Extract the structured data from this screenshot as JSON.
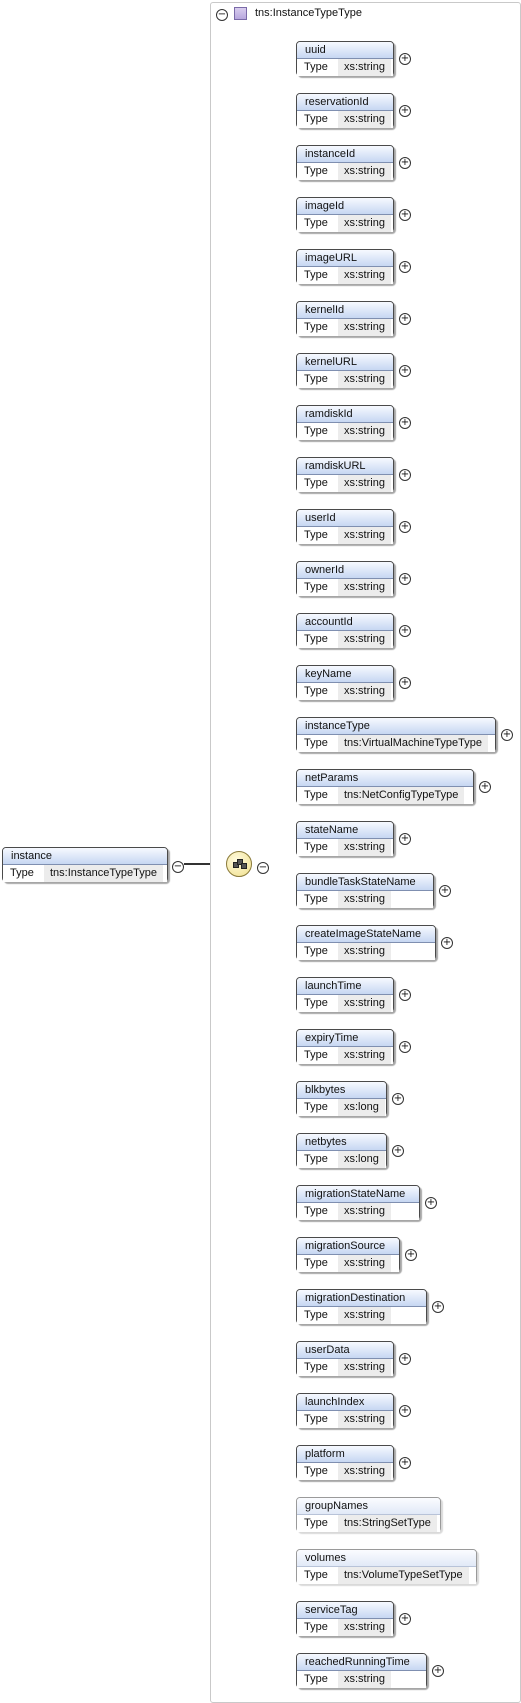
{
  "type_label": "Type",
  "complex_type": {
    "name": "tns:InstanceTypeType",
    "collapse_symbol": "−"
  },
  "root": {
    "name": "instance",
    "type": "tns:InstanceTypeType",
    "collapse_symbol": "−"
  },
  "sequence": {
    "collapse_symbol": "−"
  },
  "expand_symbol": "+",
  "children": [
    {
      "name": "uuid",
      "type": "xs:string",
      "optional": false,
      "expandable": true
    },
    {
      "name": "reservationId",
      "type": "xs:string",
      "optional": false,
      "expandable": true
    },
    {
      "name": "instanceId",
      "type": "xs:string",
      "optional": false,
      "expandable": true
    },
    {
      "name": "imageId",
      "type": "xs:string",
      "optional": false,
      "expandable": true
    },
    {
      "name": "imageURL",
      "type": "xs:string",
      "optional": false,
      "expandable": true
    },
    {
      "name": "kernelId",
      "type": "xs:string",
      "optional": false,
      "expandable": true
    },
    {
      "name": "kernelURL",
      "type": "xs:string",
      "optional": false,
      "expandable": true
    },
    {
      "name": "ramdiskId",
      "type": "xs:string",
      "optional": false,
      "expandable": true
    },
    {
      "name": "ramdiskURL",
      "type": "xs:string",
      "optional": false,
      "expandable": true
    },
    {
      "name": "userId",
      "type": "xs:string",
      "optional": false,
      "expandable": true
    },
    {
      "name": "ownerId",
      "type": "xs:string",
      "optional": false,
      "expandable": true
    },
    {
      "name": "accountId",
      "type": "xs:string",
      "optional": false,
      "expandable": true
    },
    {
      "name": "keyName",
      "type": "xs:string",
      "optional": false,
      "expandable": true
    },
    {
      "name": "instanceType",
      "type": "tns:VirtualMachineTypeType",
      "optional": false,
      "expandable": true
    },
    {
      "name": "netParams",
      "type": "tns:NetConfigTypeType",
      "optional": false,
      "expandable": true
    },
    {
      "name": "stateName",
      "type": "xs:string",
      "optional": false,
      "expandable": true
    },
    {
      "name": "bundleTaskStateName",
      "type": "xs:string",
      "optional": false,
      "expandable": true
    },
    {
      "name": "createImageStateName",
      "type": "xs:string",
      "optional": false,
      "expandable": true
    },
    {
      "name": "launchTime",
      "type": "xs:string",
      "optional": false,
      "expandable": true
    },
    {
      "name": "expiryTime",
      "type": "xs:string",
      "optional": false,
      "expandable": true
    },
    {
      "name": "blkbytes",
      "type": "xs:long",
      "optional": false,
      "expandable": true
    },
    {
      "name": "netbytes",
      "type": "xs:long",
      "optional": false,
      "expandable": true
    },
    {
      "name": "migrationStateName",
      "type": "xs:string",
      "optional": false,
      "expandable": true
    },
    {
      "name": "migrationSource",
      "type": "xs:string",
      "optional": false,
      "expandable": true
    },
    {
      "name": "migrationDestination",
      "type": "xs:string",
      "optional": false,
      "expandable": true
    },
    {
      "name": "userData",
      "type": "xs:string",
      "optional": false,
      "expandable": true
    },
    {
      "name": "launchIndex",
      "type": "xs:string",
      "optional": false,
      "expandable": true
    },
    {
      "name": "platform",
      "type": "xs:string",
      "optional": false,
      "expandable": true
    },
    {
      "name": "groupNames",
      "type": "tns:StringSetType",
      "optional": true,
      "expandable": false
    },
    {
      "name": "volumes",
      "type": "tns:VolumeTypeSetType",
      "optional": true,
      "expandable": false
    },
    {
      "name": "serviceTag",
      "type": "xs:string",
      "optional": false,
      "expandable": true
    },
    {
      "name": "reachedRunningTime",
      "type": "xs:string",
      "optional": false,
      "expandable": true
    }
  ]
}
